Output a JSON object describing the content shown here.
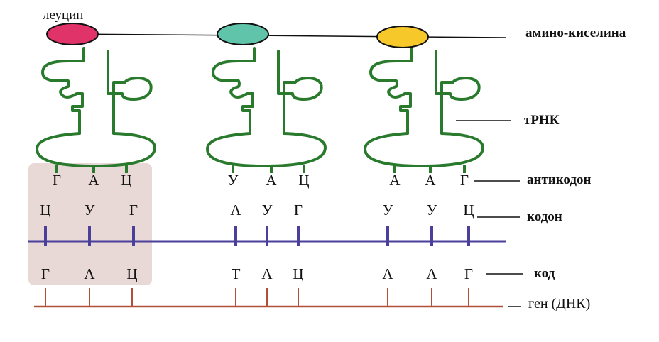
{
  "labels": {
    "leucine": "леуцин",
    "amino_acid": "амино-киселина",
    "trna": "тРНК",
    "anticodon": "антикодон",
    "codon": "кодон",
    "code": "код",
    "gene": "ген (ДНК)"
  },
  "groups": [
    {
      "amino_color": "#e0336a",
      "anticodon": [
        "Г",
        "А",
        "Ц"
      ],
      "codon": [
        "Ц",
        "У",
        "Г"
      ],
      "code": [
        "Г",
        "А",
        "Ц"
      ]
    },
    {
      "amino_color": "#5fc4a9",
      "anticodon": [
        "У",
        "А",
        "Ц"
      ],
      "codon": [
        "А",
        "У",
        "Г"
      ],
      "code": [
        "Т",
        "А",
        "Ц"
      ]
    },
    {
      "amino_color": "#f7c82a",
      "anticodon": [
        "А",
        "А",
        "Г"
      ],
      "codon": [
        "У",
        "У",
        "Ц"
      ],
      "code": [
        "А",
        "А",
        "Г"
      ]
    }
  ],
  "colors": {
    "trna": "#2a7a2e",
    "mrna": "#4a3f9a",
    "dna": "#b0503a",
    "highlight": "#e8d8d6",
    "chain": "#111111"
  }
}
